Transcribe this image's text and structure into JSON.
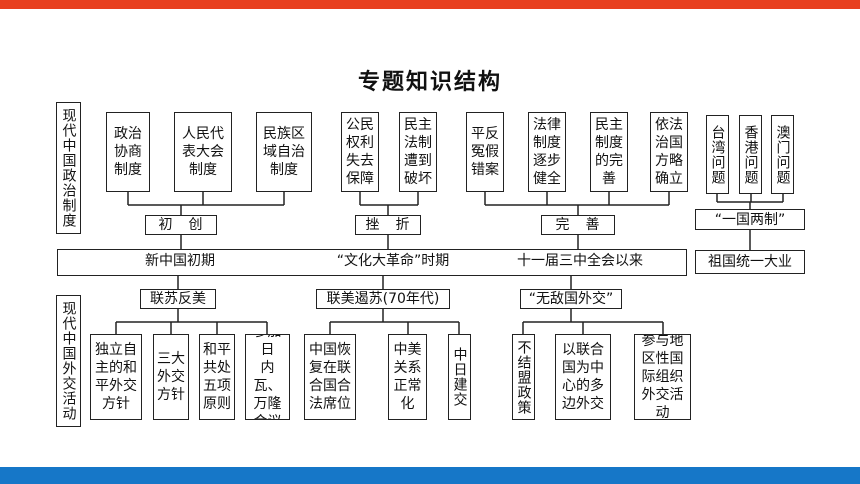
{
  "title": "专题知识结构",
  "politics_label": "现代中国政治制度",
  "diplomacy_label": "现代中国外交活动",
  "eras": [
    "新中国初期",
    "“文化大革命”时期",
    "十一届三中全会以来"
  ],
  "stages": [
    "初　创",
    "挫　折",
    "完　善"
  ],
  "initial_boxes": [
    "政治\n协商\n制度",
    "人民代\n表大会\n制度",
    "民族区\n域自治\n制度"
  ],
  "setback_boxes": [
    "公民\n权利\n失去\n保障",
    "民主\n法制\n遭到\n破坏"
  ],
  "improve_boxes": [
    "平反\n冤假\n错案",
    "法律\n制度\n逐步\n健全",
    "民主\n制度\n的完\n善",
    "依法\n治国\n方略\n确立"
  ],
  "reunification": {
    "regions": [
      "台湾问题",
      "香港问题",
      "澳门问题"
    ],
    "policy": "“一国两制”",
    "goal": "祖国统一大业"
  },
  "diplomacy_groups": [
    "联苏反美",
    "联美遏苏(70年代)",
    "“无敌国外交”"
  ],
  "group1_boxes": [
    "独立自\n主的和\n平外交\n方针",
    "三大\n外交\n方针",
    "和平\n共处\n五项\n原则",
    "参加日\n内瓦、\n万隆\n会议"
  ],
  "group2_boxes": [
    "中国恢\n复在联\n合国合\n法席位",
    "中美\n关系\n正常\n化",
    "中日建交"
  ],
  "group3_boxes": [
    "不结盟政策",
    "以联合\n国为中\n心的多\n边外交",
    "参与地\n区性国\n际组织\n外交活\n动"
  ],
  "colors": {
    "top_bar": "#e8401f",
    "bottom_bar": "#1677c8"
  }
}
